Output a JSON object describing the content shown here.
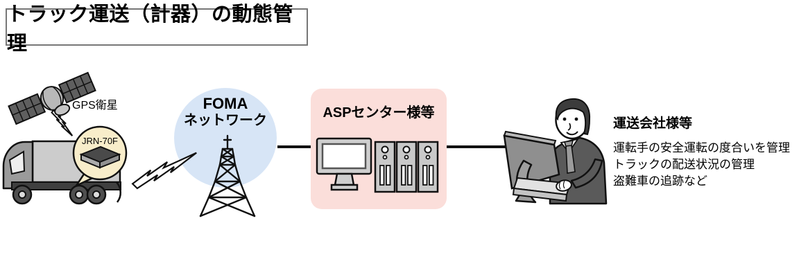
{
  "title": "トラック運送（計器）の動態管理",
  "satellite": {
    "label": "GPS衛星"
  },
  "truck": {
    "device_label": "JRN-70F"
  },
  "network": {
    "name": "FOMA",
    "name2": "ネットワーク"
  },
  "asp_center": {
    "label": "ASPセンター様等"
  },
  "company": {
    "heading": "運送会社様等",
    "points": [
      "運転手の安全運転の度合いを管理",
      "トラックの配送状況の管理",
      "盗難車の追跡など"
    ]
  },
  "colors": {
    "network_circle": "#d7e5f6",
    "asp_box": "#fbdeda",
    "device_balloon": "#f8edca",
    "outline": "#111111"
  }
}
